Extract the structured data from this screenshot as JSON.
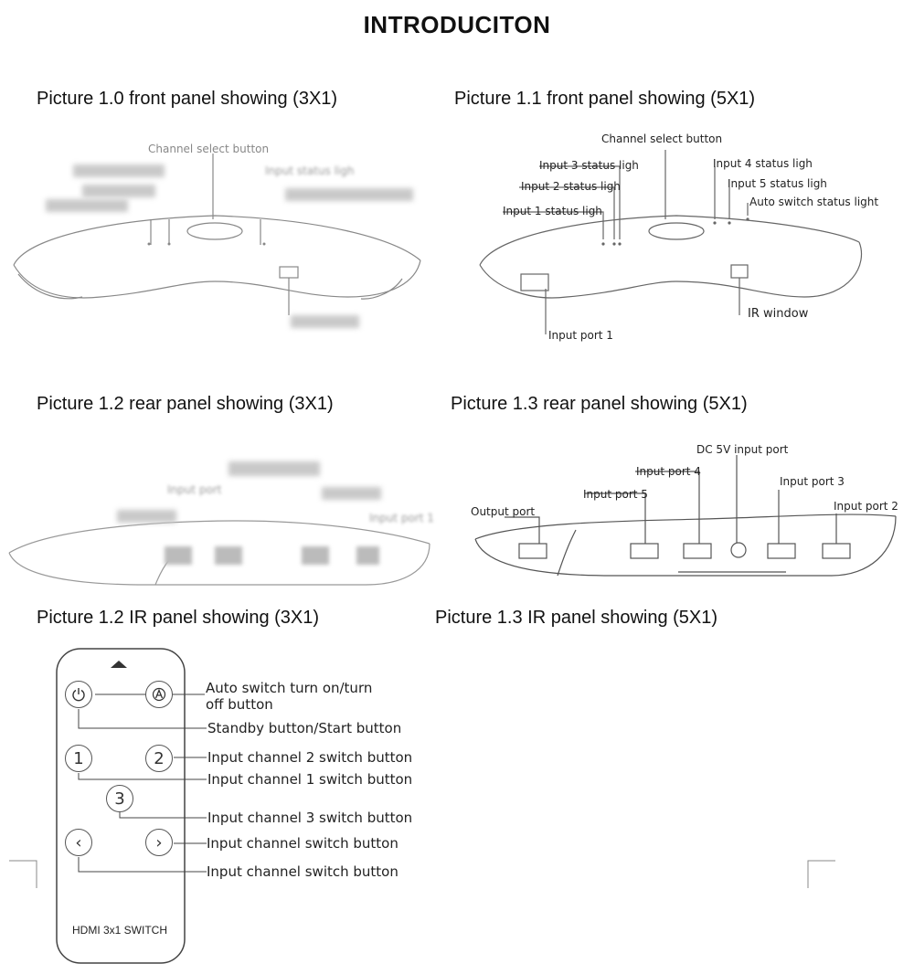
{
  "title": "INTRODUCITON",
  "captions": {
    "pic10": "Picture 1.0  front panel showing (3X1)",
    "pic11": "Picture 1.1  front panel showing (5X1)",
    "pic12_rear": "Picture 1.2  rear panel showing (3X1)",
    "pic13_rear": "Picture 1.3  rear panel showing (5X1)",
    "pic12_ir": "Picture 1.2  IR panel showing (3X1)",
    "pic13_ir": "Picture 1.3  IR panel showing (5X1)"
  },
  "front_3x1": {
    "channel_select": "Channel select button",
    "status_light": "Input  status ligh",
    "switch_light": "Auto switch status light",
    "left_label": "Input 1 status ligh",
    "left_label2": "Input 2 status ligh",
    "ir_window": "IR window"
  },
  "front_5x1": {
    "channel_select": "Channel select button",
    "input3": "Input 3 status ligh",
    "input2": "Input 2 status ligh",
    "input1": "Input 1 status ligh",
    "input4": "Input 4 status ligh",
    "input5": "Input 5 status ligh",
    "auto": "Auto switch status light",
    "ir_window": "IR window",
    "port1": "Input port 1"
  },
  "rear_3x1": {
    "input_port": "Input port",
    "input_port1": "Input port 1"
  },
  "rear_5x1": {
    "dc": "DC 5V input port",
    "input4": "Input port 4",
    "input5": "Input port 5",
    "output": "Output port",
    "input3": "Input port 3",
    "input2": "Input port 2"
  },
  "remote": {
    "brand": "HDMI 3x1 SWITCH",
    "auto_switch": "Auto switch turn on/turn\noff button",
    "auto_switch_line1": "Auto switch turn on/turn",
    "auto_switch_line2": "off button",
    "standby": "Standby button/Start button",
    "ch2": "Input channel 2 switch button",
    "ch1": "Input channel 1 switch button",
    "ch3": "Input channel 3 switch button",
    "next": "Input channel switch button",
    "prev": "Input channel switch button",
    "btn1": "1",
    "btn2": "2",
    "btn3": "3"
  }
}
